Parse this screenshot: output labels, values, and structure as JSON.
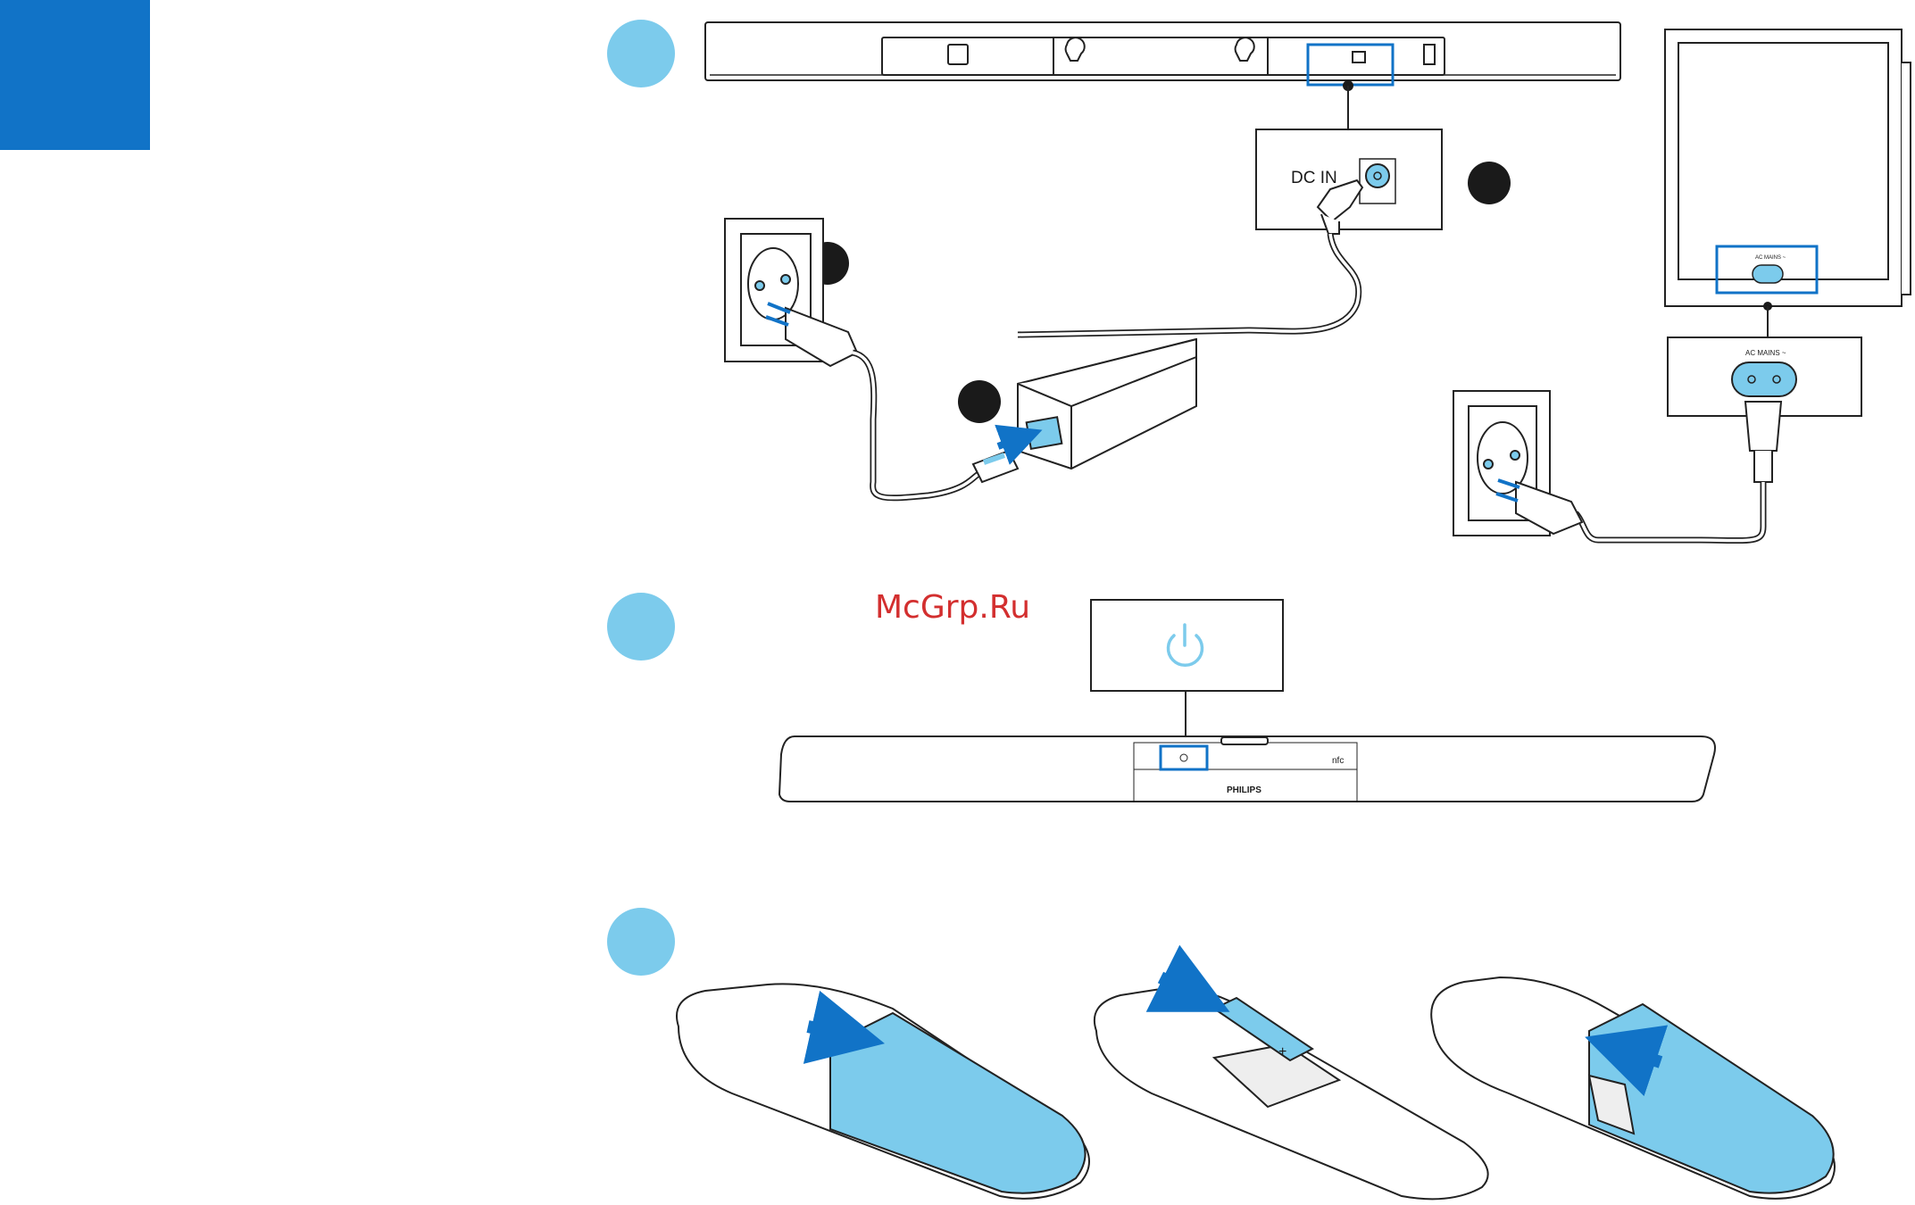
{
  "labels": {
    "dc_in": "DC IN",
    "ac_mains_small": "AC MAINS ~",
    "ac_mains": "AC MAINS ~",
    "brand": "PHILIPS",
    "nfc": "nfc",
    "battery_plus": "+"
  },
  "watermark": "McGrp.Ru",
  "colors": {
    "accent_blue": "#1173c7",
    "light_blue": "#7ccbec",
    "outline": "#222222",
    "step_dark": "#1a1a1a",
    "watermark_red": "#d32f2f"
  },
  "icons": [
    "power-icon",
    "arrow-icon",
    "plug-icon",
    "outlet-icon"
  ]
}
